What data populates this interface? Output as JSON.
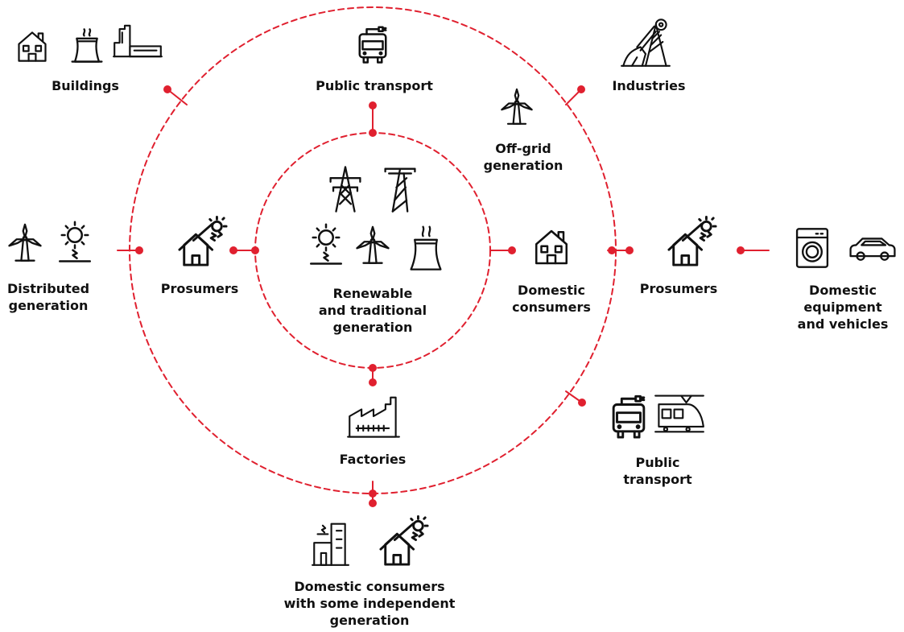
{
  "colors": {
    "accent": "#e0202f",
    "ink": "#111111",
    "background": "#ffffff"
  },
  "labels": {
    "buildings": "Buildings",
    "public_transport_top": "Public transport",
    "industries": "Industries",
    "off_grid": [
      "Off-grid",
      "generation"
    ],
    "distributed": [
      "Distributed",
      "generation"
    ],
    "prosumers_left": "Prosumers",
    "renewable": [
      "Renewable",
      "and traditional",
      "generation"
    ],
    "domestic_consumers": [
      "Domestic",
      "consumers"
    ],
    "prosumers_right": "Prosumers",
    "domestic_equipment": [
      "Domestic",
      "equipment",
      "and vehicles"
    ],
    "factories": "Factories",
    "public_transport_right": [
      "Public",
      "transport"
    ],
    "domestic_independent": [
      "Domestic consumers",
      "with some independent",
      "generation"
    ]
  },
  "icons": {
    "buildings": [
      "house-icon",
      "power-plant-icon",
      "factory-building-icon"
    ],
    "public_transport_top": [
      "trolleybus-icon"
    ],
    "industries": [
      "mining-icon"
    ],
    "off_grid": [
      "wind-turbine-icon"
    ],
    "distributed": [
      "wind-turbine-icon",
      "solar-panel-icon"
    ],
    "prosumers_left": [
      "solar-house-icon"
    ],
    "renewable": [
      "transmission-tower-icon",
      "power-pylon-icon",
      "solar-panel-icon",
      "wind-turbine-icon",
      "cooling-tower-icon"
    ],
    "domestic_consumers": [
      "house-icon"
    ],
    "prosumers_right": [
      "solar-house-icon"
    ],
    "domestic_equipment": [
      "washing-machine-icon",
      "car-icon"
    ],
    "factories": [
      "factory-icon"
    ],
    "public_transport_right": [
      "trolleybus-icon",
      "train-icon"
    ],
    "domestic_independent": [
      "solar-building-icon",
      "solar-house-icon"
    ]
  }
}
